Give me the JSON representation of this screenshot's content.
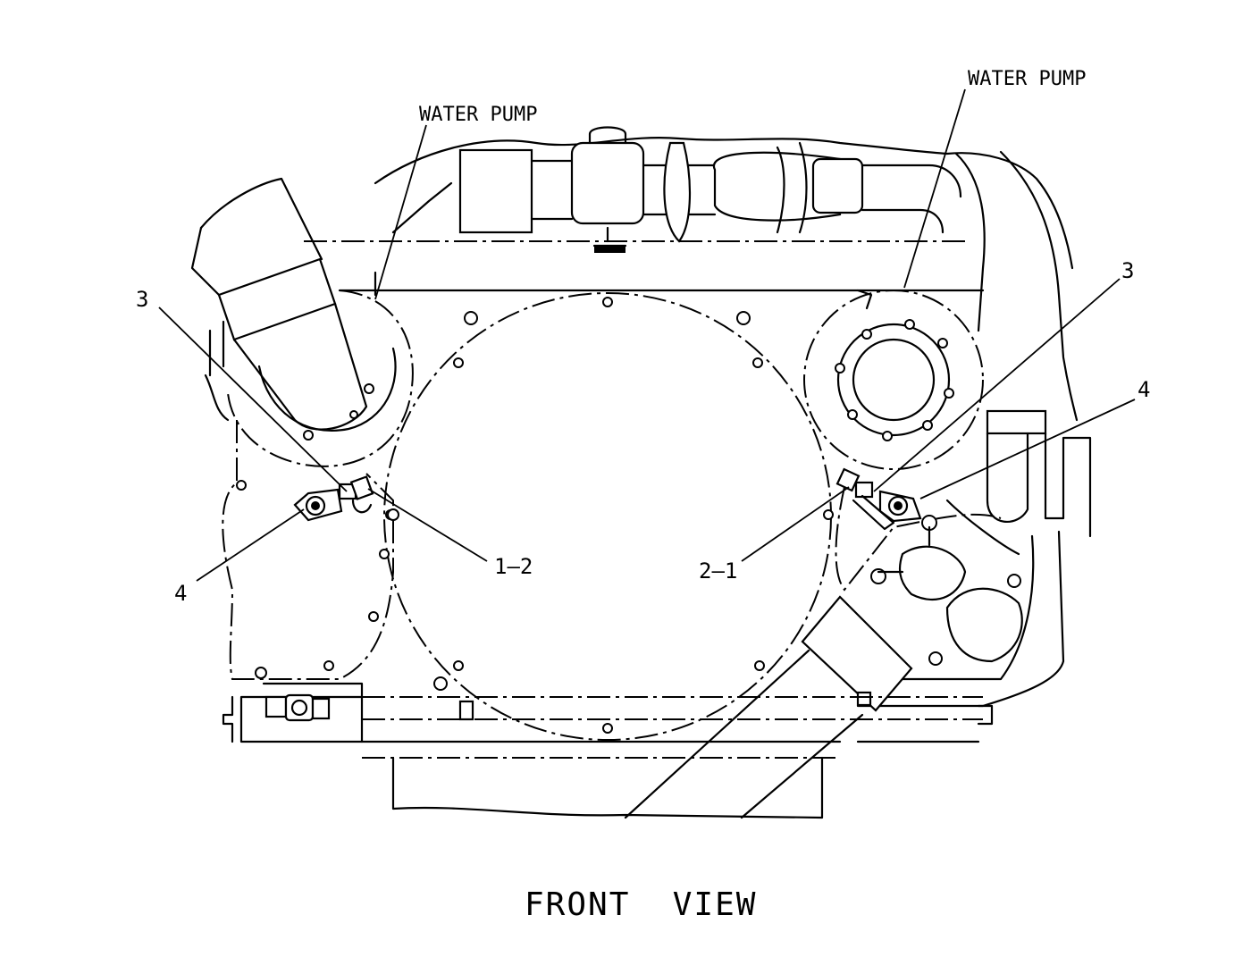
{
  "labels": {
    "water_pump_left": "WATER PUMP",
    "water_pump_right": "WATER PUMP",
    "callout_3_left": "3",
    "callout_3_right": "3",
    "callout_4_left": "4",
    "callout_4_right": "4",
    "callout_1_2": "1–2",
    "callout_2_1": "2–1"
  },
  "title": "FRONT  VIEW"
}
